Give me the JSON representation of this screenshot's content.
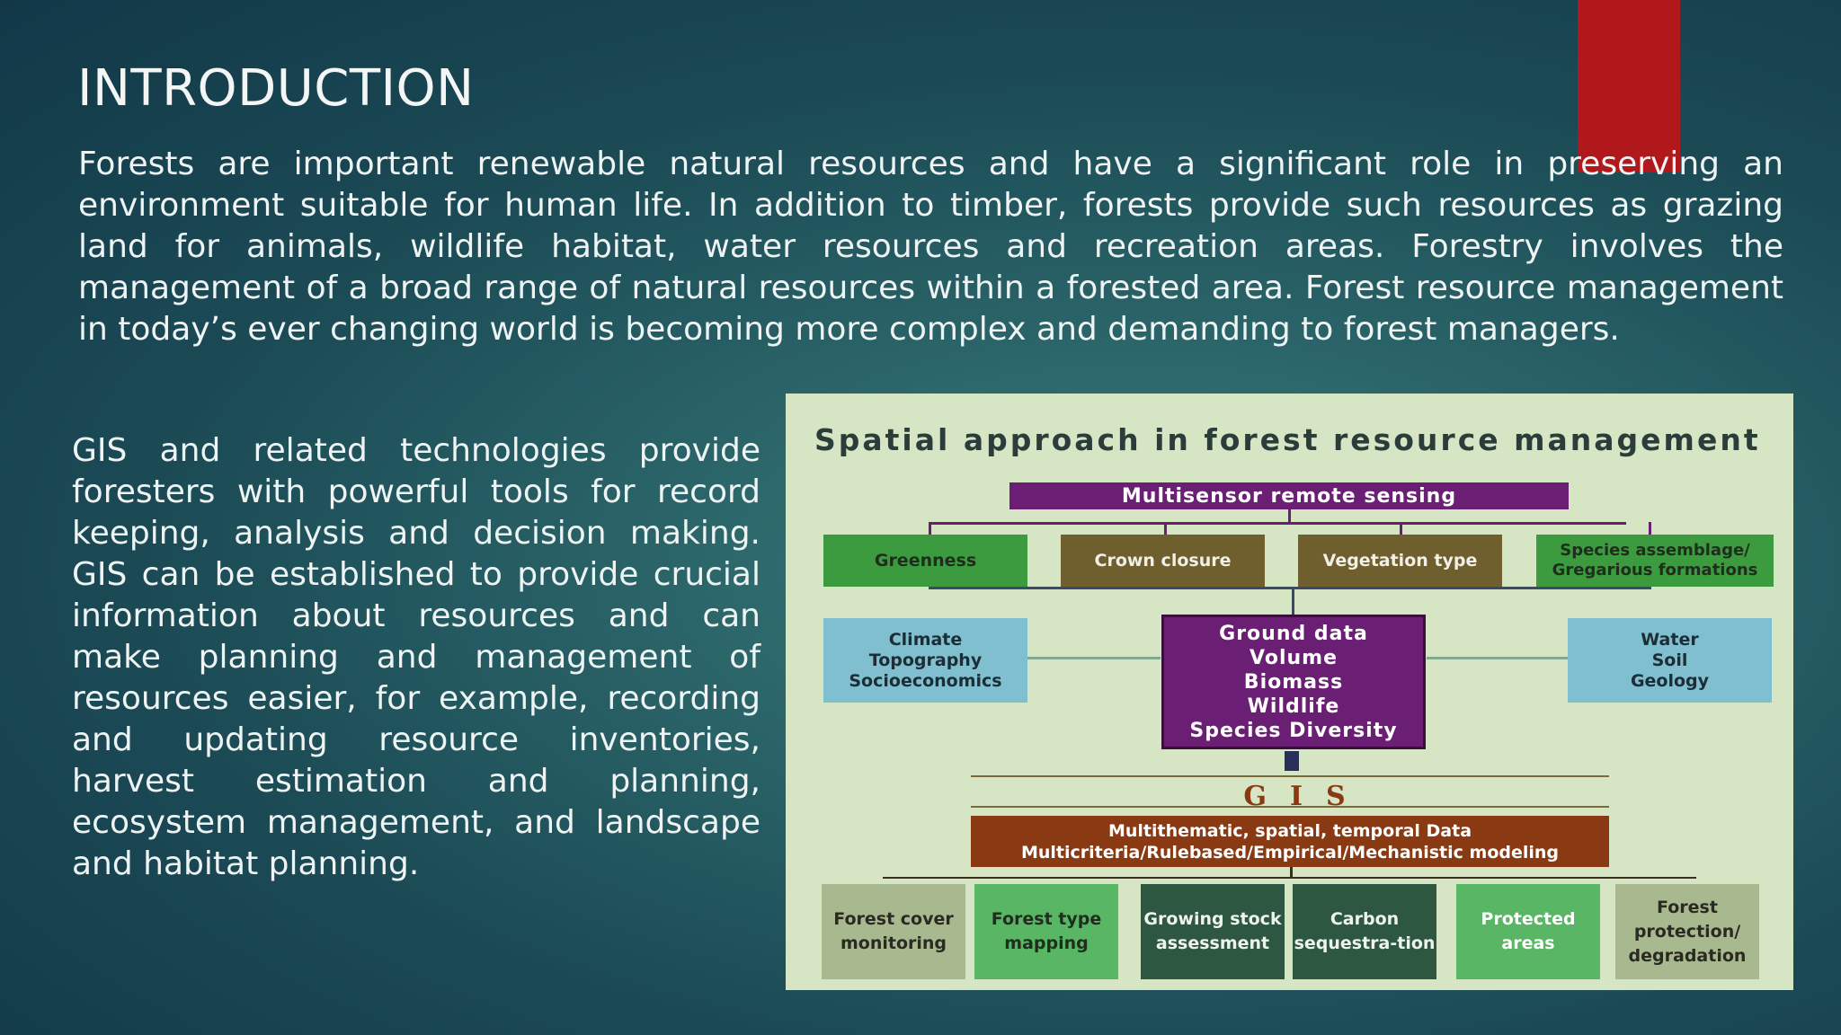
{
  "slide": {
    "title": "INTRODUCTION",
    "intro_paragraph": "Forests are important renewable natural resources and have a significant role in preserving an environment suitable for human life. In addition to timber, forests provide such resources as grazing land for animals, wildlife habitat, water resources and recreation areas. Forestry involves the management of a broad range of natural resources within a forested area. Forest resource management in today’s ever changing world is becoming more complex and demanding to forest managers.",
    "gis_paragraph": "GIS and related technologies provide foresters with powerful tools for record keeping, analysis and decision making. GIS can be established to provide crucial information about resources and can make planning and management of resources easier, for example, recording and updating resource inventories, harvest estimation and planning, ecosystem management, and landscape and habitat planning.",
    "accent_color": "#b0181b"
  },
  "diagram": {
    "title": "Spatial approach in forest resource management",
    "remote_sensing": "Multisensor remote sensing",
    "indicators": [
      "Greenness",
      "Crown closure",
      "Vegetation type",
      "Species assemblage/ Gregarious formations"
    ],
    "left_inputs": [
      "Climate",
      "Topography",
      "Socioeconomics"
    ],
    "right_inputs": [
      "Water",
      "Soil",
      "Geology"
    ],
    "ground_data": [
      "Ground data",
      "Volume",
      "Biomass",
      "Wildlife",
      "Species Diversity"
    ],
    "gis_label": "GIS",
    "model_lines": [
      "Multithematic, spatial, temporal Data",
      "Multicriteria/Rulebased/Empirical/Mechanistic modeling"
    ],
    "outputs": [
      "Forest cover monitoring",
      "Forest type mapping",
      "Growing stock assessment",
      "Carbon sequestra-tion",
      "Protected areas",
      "Forest protection/ degradation"
    ]
  }
}
